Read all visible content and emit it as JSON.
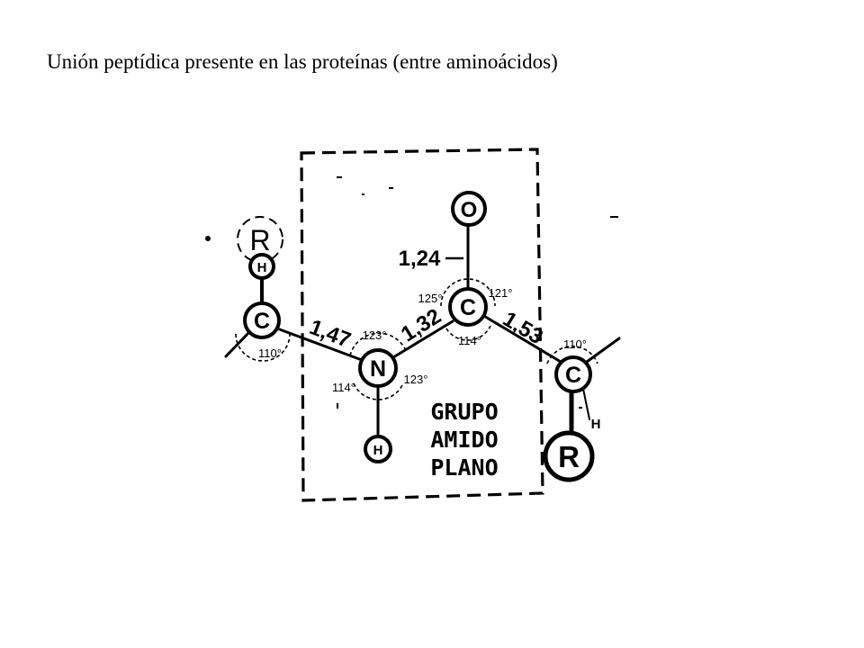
{
  "title": "Unión peptídica presente en las proteínas (entre aminoácidos)",
  "atoms": {
    "alpha_c_left": "C",
    "r_left": "R",
    "h_left": "H",
    "nitrogen": "N",
    "h_nitrogen": "H",
    "carbonyl_c": "C",
    "oxygen": "O",
    "alpha_c_right": "C",
    "r_right": "R",
    "h_right": "H"
  },
  "bond_lengths": {
    "c_n_left": "1,47",
    "n_c": "1,32",
    "c_o": "1,24",
    "c_c_right": "1,53"
  },
  "angles": {
    "left_c": "110°",
    "n_top": "123°",
    "n_right": "123°",
    "n_left": "114°",
    "c_left": "125°",
    "c_right": "121°",
    "c_bottom": "114°",
    "right_c": "110°"
  },
  "group_label": {
    "line1": "GRUPO",
    "line2": "AMIDO",
    "line3": "PLANO"
  }
}
